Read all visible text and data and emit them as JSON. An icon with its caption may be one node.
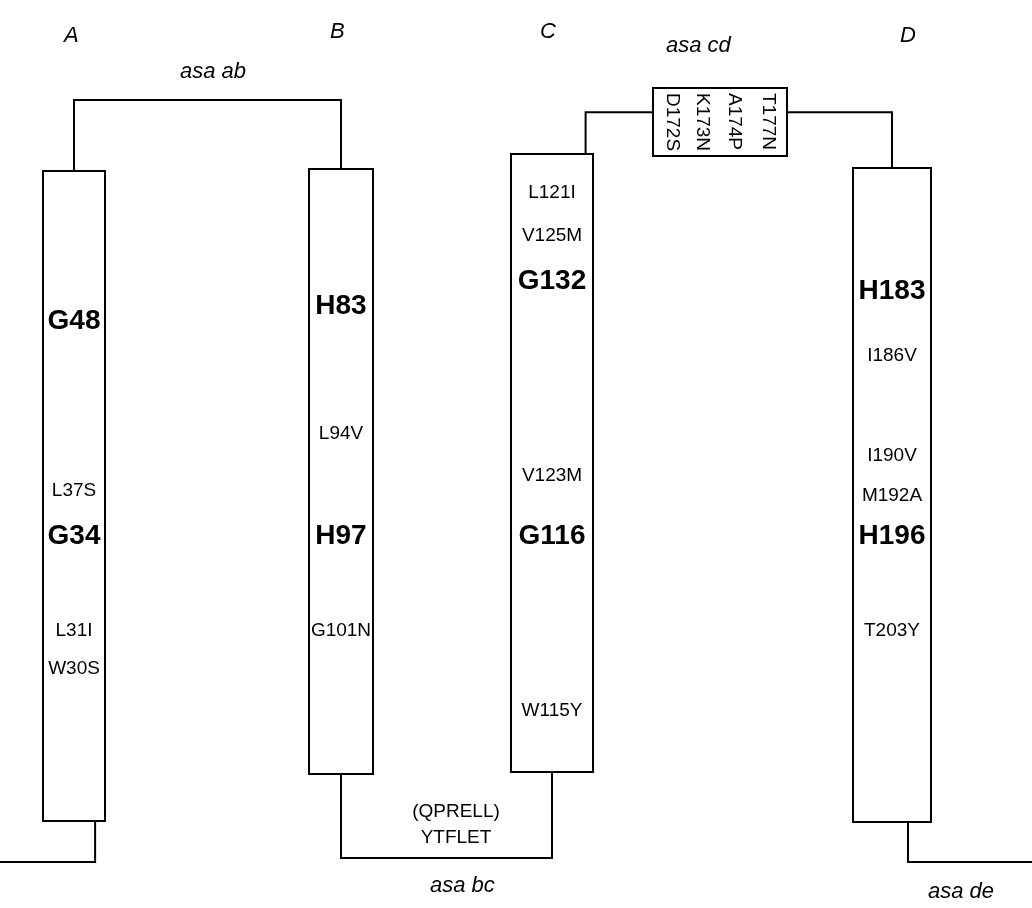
{
  "diagram": {
    "nodes": [
      {
        "text": [
          "G48",
          "L37S",
          "G34",
          "L31I",
          "W30S"
        ]
      },
      {
        "text": [
          "H83",
          "L94V",
          "H97",
          "G101N"
        ]
      },
      {
        "text": [
          "L121I",
          "V125M",
          "G132",
          "V123M",
          "G116",
          "W115Y"
        ]
      },
      {
        "text": [
          "D172S",
          "K173N",
          "A174P",
          "T177N"
        ]
      },
      {
        "text": [
          "H183",
          "I186V",
          "I190V",
          "M192A",
          "H196",
          "T203Y"
        ]
      }
    ],
    "edges": [
      {
        "from": null,
        "to": 0,
        "arrow": "none"
      },
      {
        "from": 0,
        "to": 1,
        "arrow": "none",
        "label": "asa ab"
      },
      {
        "from": 1,
        "to": 2,
        "arrow": "none",
        "label": "(QPRELL) YTFLET"
      },
      {
        "from": 2,
        "to": 3,
        "arrow": "none"
      },
      {
        "from": 3,
        "to": 4,
        "arrow": "none"
      },
      {
        "from": 4,
        "to": null,
        "arrow": "none",
        "label": "asa de"
      }
    ],
    "labels": [
      "A",
      "B",
      "C",
      "asa cd",
      "D",
      "asa bc"
    ]
  }
}
